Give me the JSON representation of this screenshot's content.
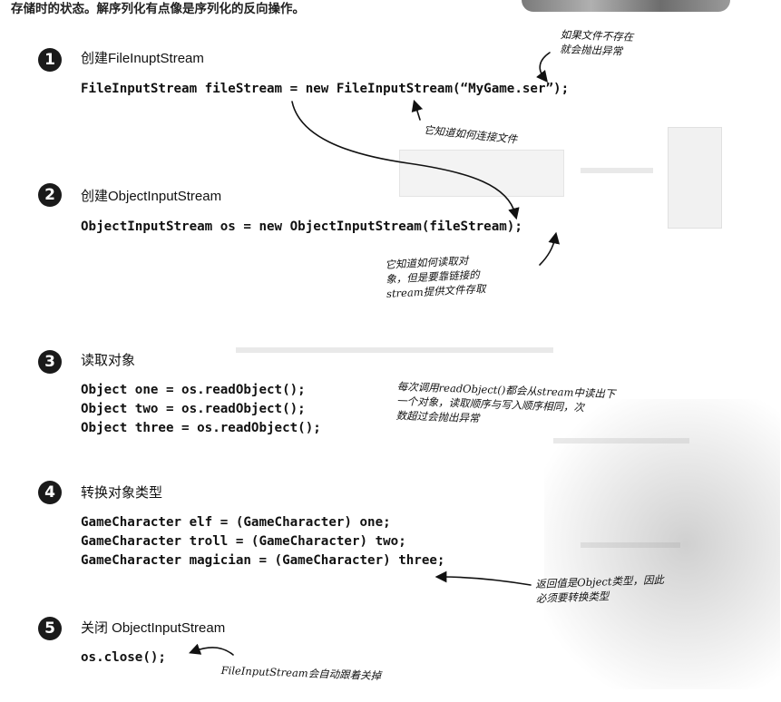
{
  "intro": "存储时的状态。解序列化有点像是序列化的反向操作。",
  "steps": [
    {
      "num": "1",
      "title": "创建FileInuptStream",
      "code": [
        "FileInputStream fileStream = new FileInputStream(“MyGame.ser”);"
      ]
    },
    {
      "num": "2",
      "title": "创建ObjectInputStream",
      "code": [
        "ObjectInputStream os = new ObjectInputStream(fileStream);"
      ]
    },
    {
      "num": "3",
      "title": "读取对象",
      "code": [
        "Object one = os.readObject();",
        "Object two = os.readObject();",
        "Object three = os.readObject();"
      ]
    },
    {
      "num": "4",
      "title": "转换对象类型",
      "code": [
        "GameCharacter elf = (GameCharacter) one;",
        "GameCharacter troll = (GameCharacter) two;",
        "GameCharacter magician = (GameCharacter) three;"
      ]
    },
    {
      "num": "5",
      "title": "关闭 ObjectInputStream",
      "code": [
        "os.close();"
      ]
    }
  ],
  "notes": {
    "file_not_exist": [
      "如果文件不存在",
      "就会抛出异常"
    ],
    "knows_file": "它知道如何连接文件",
    "knows_objects": [
      "它知道如何读取对",
      "象，但是要靠链接的",
      "stream提供文件存取"
    ],
    "read_order": [
      "每次调用readObject()都会从stream中读出下",
      "一个对象，读取顺序与写入顺序相同，次",
      "数超过会抛出异常"
    ],
    "return_object": [
      "返回值是Object类型，因此",
      "必须要转换类型"
    ],
    "auto_close": "FileInputStream会自动跟着关掉"
  }
}
